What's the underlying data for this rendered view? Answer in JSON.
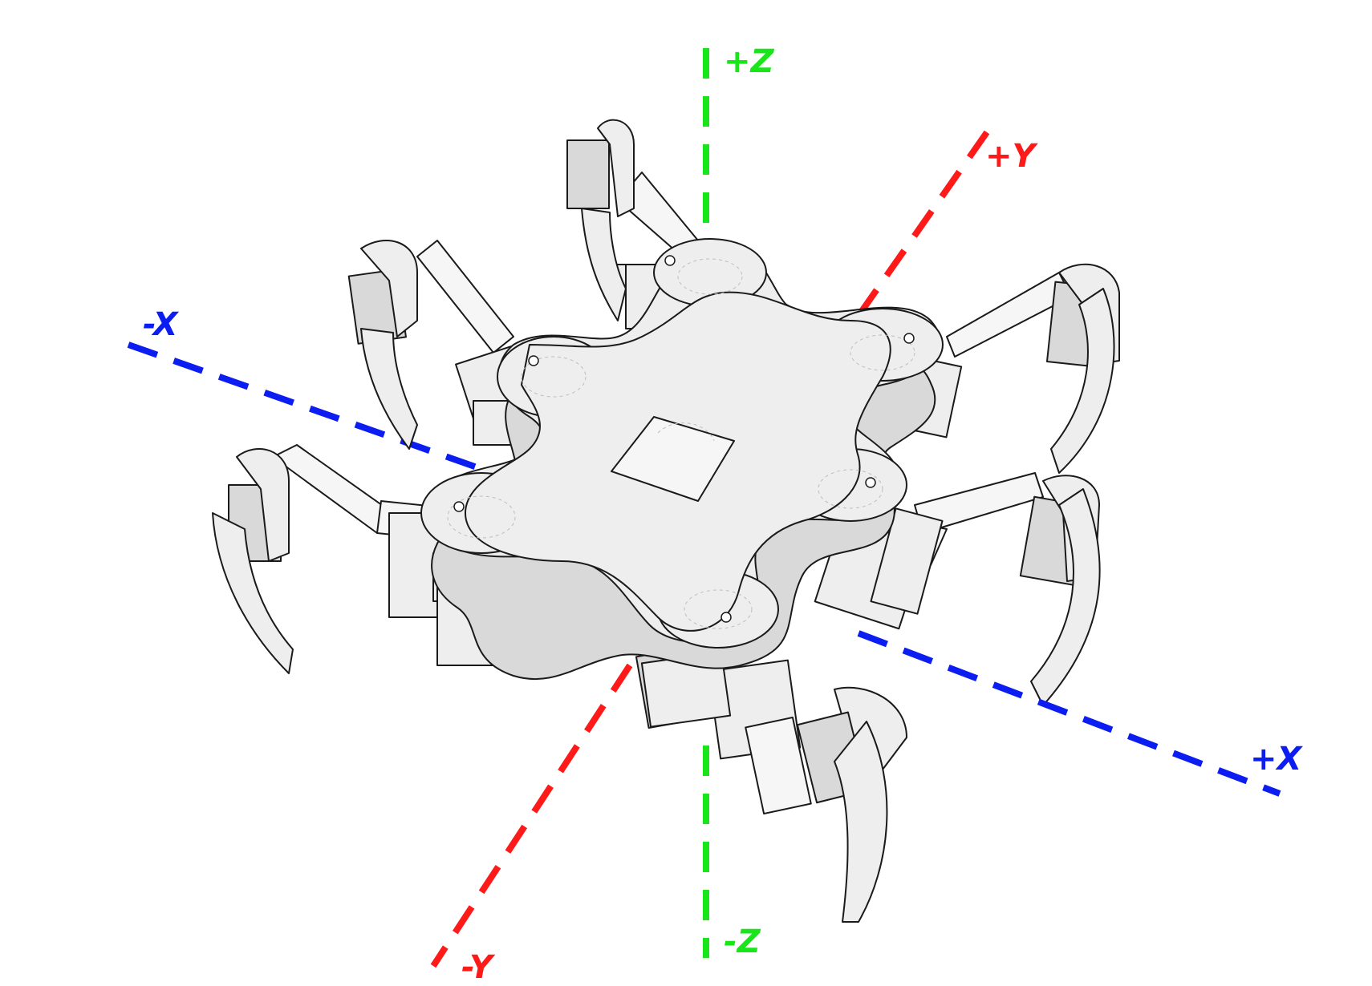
{
  "axes": {
    "x_positive": {
      "label": "+X",
      "color": "#0b1df0"
    },
    "x_negative": {
      "label": "-X",
      "color": "#0b1df0"
    },
    "y_positive": {
      "label": "+Y",
      "color": "#ff1a1a"
    },
    "y_negative": {
      "label": "-Y",
      "color": "#ff1a1a"
    },
    "z_positive": {
      "label": "+Z",
      "color": "#19e619"
    },
    "z_negative": {
      "label": "-Z",
      "color": "#19e619"
    }
  },
  "robot": {
    "type": "hexapod",
    "leg_count": 6,
    "colors": {
      "body_fill": "#eeeeee",
      "outline": "#1a1a1a"
    }
  }
}
